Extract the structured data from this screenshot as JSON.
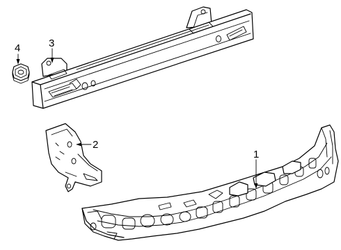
{
  "diagram": {
    "callouts": [
      {
        "id": "absorber",
        "label": "1"
      },
      {
        "id": "bracket",
        "label": "2"
      },
      {
        "id": "reinforcement-bar",
        "label": "3"
      },
      {
        "id": "nut",
        "label": "4"
      }
    ]
  }
}
